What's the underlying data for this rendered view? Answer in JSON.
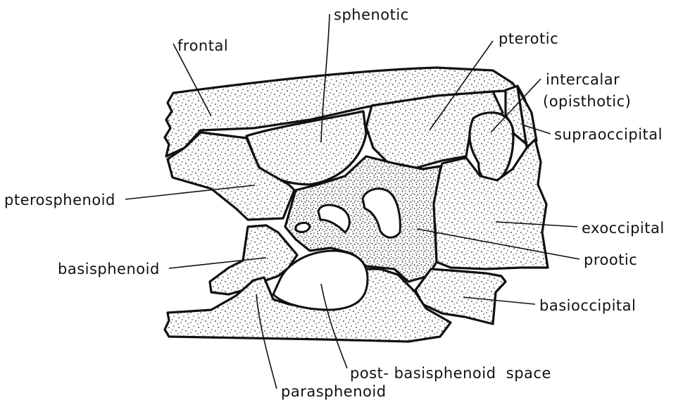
{
  "diagram": {
    "labels": {
      "sphenotic": "sphenotic",
      "frontal": "frontal",
      "pterotic": "pterotic",
      "intercalar": "intercalar",
      "opisthotic": "(opisthotic)",
      "supraoccipital": "supraoccipital",
      "pterosphenoid": "pterosphenoid",
      "exoccipital": "exoccipital",
      "basisphenoid": "basisphenoid",
      "prootic": "prootic",
      "basioccipital": "basioccipital",
      "post_basisphenoid_space": "post- basisphenoid  space",
      "parasphenoid": "parasphenoid"
    }
  }
}
